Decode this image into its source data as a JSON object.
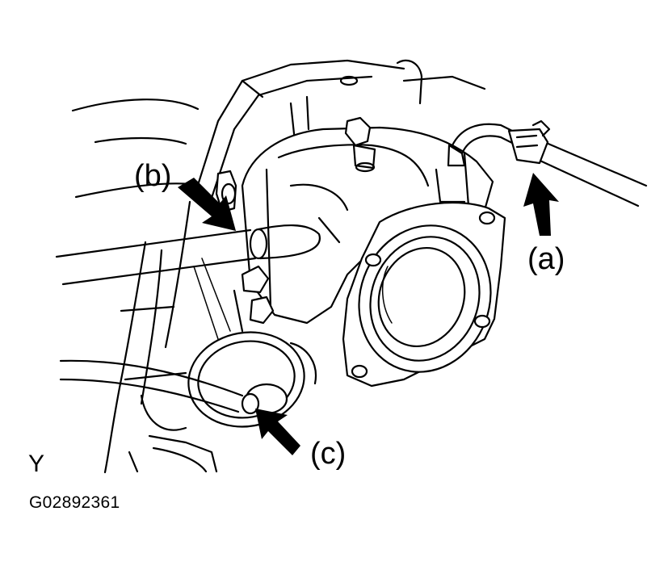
{
  "callouts": {
    "a": "(a)",
    "b": "(b)",
    "c": "(c)"
  },
  "view_letter": "Y",
  "figure_code": "G02892361",
  "colors": {
    "ink": "#000000",
    "background": "#ffffff"
  }
}
